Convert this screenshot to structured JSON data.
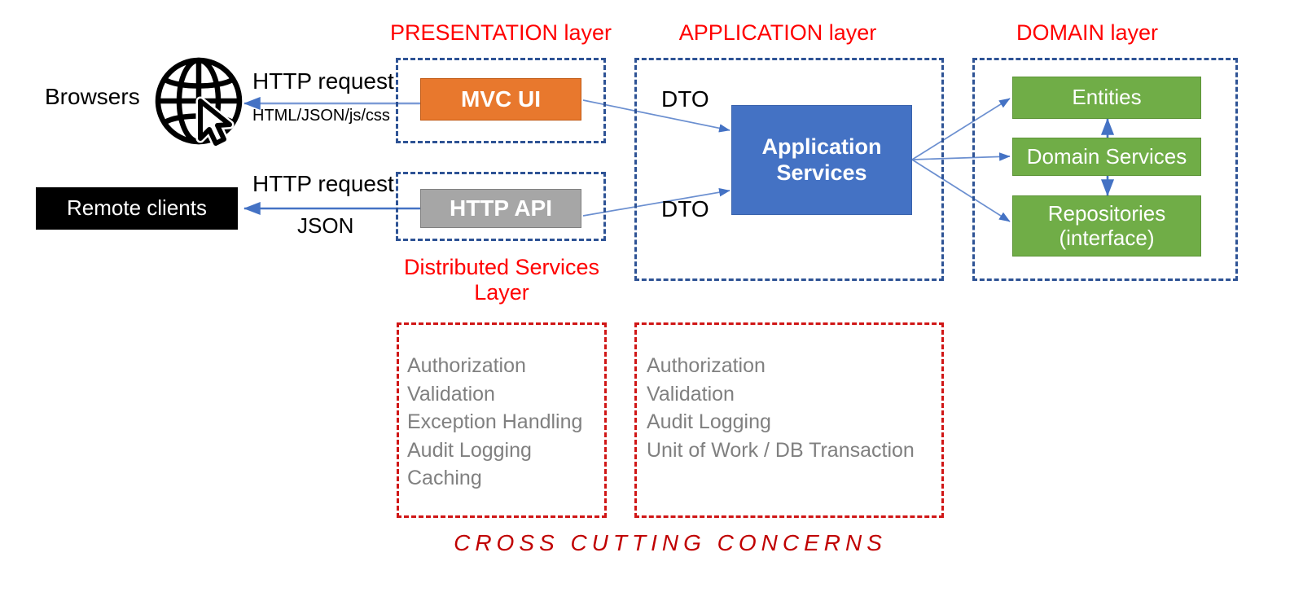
{
  "diagram": {
    "caption": "CROSS   CUTTING   CONCERNS",
    "colors": {
      "layer_title": "#FF0000",
      "dashed_blue": "#2E5395",
      "dashed_red": "#D01616",
      "mvc_ui": "#E8782D",
      "http_api": "#A6A6A6",
      "application_services": "#4472C4",
      "domain_box": "#70AD47",
      "remote_clients": "#000000",
      "arrow": "#4472C4",
      "concern_text": "#808080",
      "caption": "#C00000"
    }
  },
  "clients": {
    "browsers_label": "Browsers",
    "browsers_icon": "globe-cursor-icon",
    "remote_clients_label": "Remote clients"
  },
  "connections": {
    "browser_request": "HTTP request",
    "browser_response": "HTML/JSON/js/css",
    "remote_request": "HTTP request",
    "remote_response": "JSON",
    "dto_top": "DTO",
    "dto_bottom": "DTO"
  },
  "layers": [
    {
      "id": "presentation",
      "title": "PRESENTATION layer",
      "nodes": [
        {
          "id": "mvc-ui",
          "label": "MVC UI"
        },
        {
          "id": "http-api",
          "label": "HTTP API"
        }
      ]
    },
    {
      "id": "application",
      "title": "APPLICATION layer",
      "nodes": [
        {
          "id": "application-services",
          "label": "Application\nServices",
          "line1": "Application",
          "line2": "Services"
        }
      ]
    },
    {
      "id": "domain",
      "title": "DOMAIN layer",
      "nodes": [
        {
          "id": "entities",
          "label": "Entities"
        },
        {
          "id": "domain-services",
          "label": "Domain Services"
        },
        {
          "id": "repositories",
          "label": "Repositories\n(interface)",
          "line1": "Repositories",
          "line2": "(interface)"
        }
      ]
    }
  ],
  "distributed_services": {
    "title_line1": "Distributed Services",
    "title_line2": "Layer",
    "concerns": [
      "Authorization",
      "Validation",
      "Exception Handling",
      "Audit Logging",
      "Caching"
    ]
  },
  "application_concerns": {
    "concerns": [
      "Authorization",
      "Validation",
      "Audit Logging",
      "Unit of Work / DB Transaction"
    ]
  }
}
